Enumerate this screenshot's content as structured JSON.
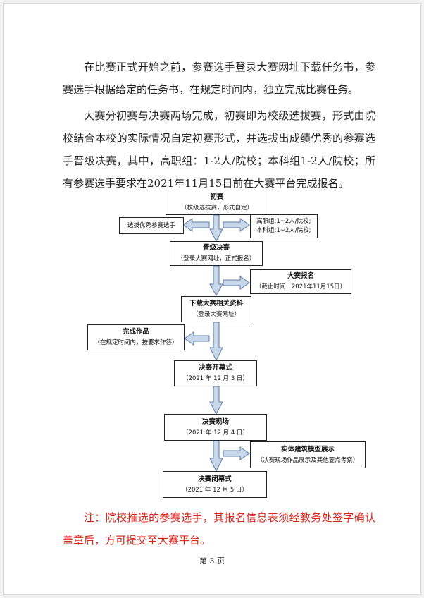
{
  "paragraphs": {
    "p1": "在比赛正式开始之前，参赛选手登录大赛网址下载任务书，参赛选手根据给定的任务书，在规定时间内，独立完成比赛任务。",
    "p2": "大赛分初赛与决赛两场完成，初赛即为校级选拔赛，形式由院校结合本校的实际情况自定初赛形式，并选拔出成绩优秀的参赛选手晋级决赛，其中，高职组：1-2人/院校；本科组1-2人/院校；所有参赛选手要求在2021年11月15日前在大赛平台完成报名。"
  },
  "flow": {
    "prelim": {
      "title": "初赛",
      "sub": "（校级选拔赛，形式自定）"
    },
    "select": "选拔优秀参赛选手",
    "quota": {
      "line1": "高职组:1~2人/院校;",
      "line2": "本科组:1~2人/院校;"
    },
    "advance": {
      "title": "晋级决赛",
      "sub": "（登录大赛网址，正式报名）"
    },
    "register": {
      "title": "大赛报名",
      "sub": "（截止时间：2021年11月15日）"
    },
    "download": {
      "title": "下载大赛相关资料",
      "sub": "（登录大赛网址）"
    },
    "complete": {
      "title": "完成作品",
      "sub": "（在规定时间内，按要求作答）"
    },
    "opening": {
      "title": "决赛开幕式",
      "sub": "（2021 年 12 月 3 日）"
    },
    "onsite": {
      "title": "决赛现场",
      "sub": "（2021 年 12 月 4 日）"
    },
    "exhibit": {
      "title": "实体建筑模型展示",
      "sub": "（决赛现场作品展示及其他要点考察）"
    },
    "closing": {
      "title": "决赛闭幕式",
      "sub": "（2021 年 12 月 5 日）"
    }
  },
  "note": "注：院校推选的参赛选手，其报名信息表须经教务处签字确认盖章后，方可提交至大赛平台。",
  "footer": "第 3 页",
  "colors": {
    "arrow_fill": "#c9d7eb",
    "arrow_stroke": "#5d7ca6",
    "note": "#d9241b"
  }
}
